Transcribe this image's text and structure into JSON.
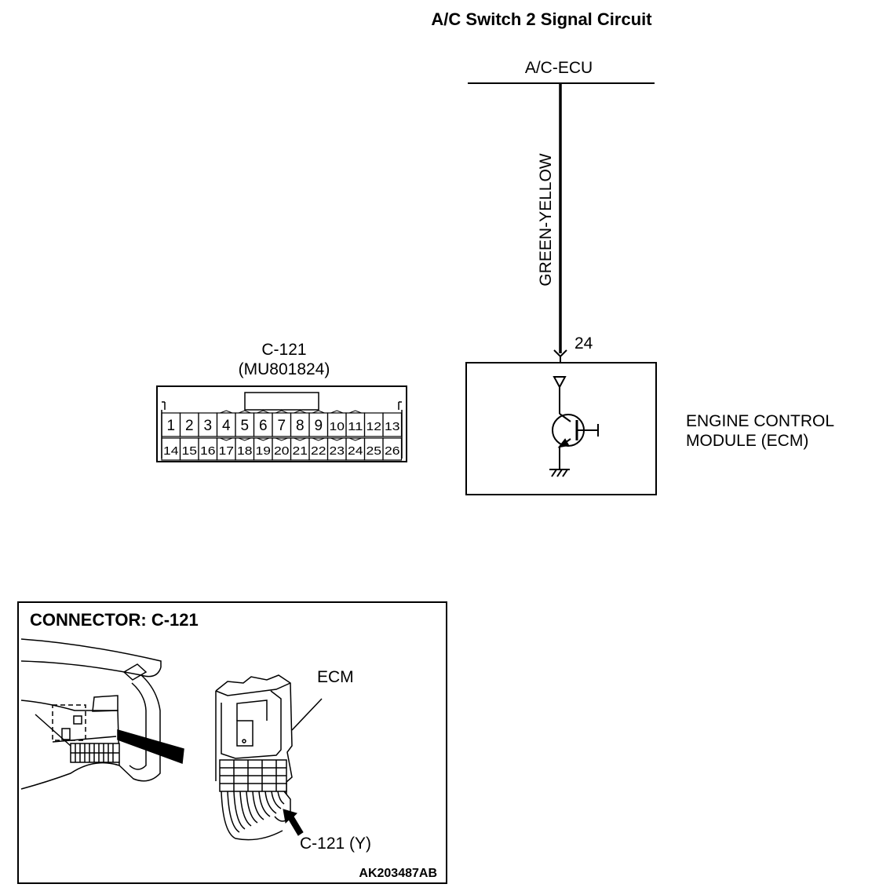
{
  "title": "A/C Switch 2 Signal Circuit",
  "circuit": {
    "top_component": "A/C-ECU",
    "wire_color": "GREEN-YELLOW",
    "terminal": "24",
    "bottom_component_line1": "ENGINE CONTROL",
    "bottom_component_line2": "MODULE (ECM)"
  },
  "connector_face": {
    "name": "C-121",
    "part_number": "(MU801824)",
    "row1": [
      "1",
      "2",
      "3",
      "4",
      "5",
      "6",
      "7",
      "8",
      "9",
      "10",
      "11",
      "12",
      "13"
    ],
    "row2": [
      "14",
      "15",
      "16",
      "17",
      "18",
      "19",
      "20",
      "21",
      "22",
      "23",
      "24",
      "25",
      "26"
    ]
  },
  "location_box": {
    "heading": "CONNECTOR: C-121",
    "ecm_label": "ECM",
    "connector_label": "C-121 (Y)",
    "figure_code": "AK203487AB"
  }
}
